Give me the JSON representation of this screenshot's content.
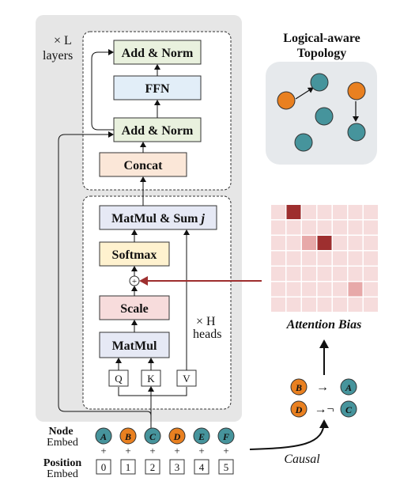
{
  "encoder": {
    "layers_label": "× L",
    "layers_label2": "layers",
    "heads_label": "× H",
    "heads_label2": "heads",
    "blocks": {
      "add_norm_top": "Add & Norm",
      "ffn": "FFN",
      "add_norm_mid": "Add & Norm",
      "concat": "Concat",
      "matmul_sum_prefix": "MatMul & Sum ",
      "matmul_sum_var": "j",
      "softmax": "Softmax",
      "plus": "+",
      "scale": "Scale",
      "matmul": "MatMul",
      "q": "Q",
      "k": "K",
      "v": "V"
    },
    "colors": {
      "panel_bg": "#e6e6e6",
      "add_norm": "#e9f1de",
      "ffn": "#e2eef8",
      "concat": "#fbe7d8",
      "matmul_sum": "#e6e9f5",
      "softmax": "#fff2cf",
      "scale": "#f7dcdc",
      "matmul": "#e6e9f5"
    }
  },
  "topology": {
    "title_line1": "Logical-aware",
    "title_line2": "Topology",
    "colors": {
      "orange": "#e98020",
      "teal": "#46949c",
      "bg": "#e6e9ec"
    }
  },
  "attention_bias": {
    "label": "Attention Bias",
    "grid_size": 7,
    "cells": [
      {
        "row": 0,
        "col": 1,
        "level": "dark"
      },
      {
        "row": 2,
        "col": 2,
        "level": "medium"
      },
      {
        "row": 2,
        "col": 3,
        "level": "dark"
      },
      {
        "row": 5,
        "col": 5,
        "level": "medium"
      }
    ],
    "colors": {
      "base": "#f6dcdc",
      "medium": "#e7a9a9",
      "dark": "#9e2f2f",
      "arrow": "#9e2f2f"
    }
  },
  "causal": {
    "label": "Causal",
    "pairs": [
      {
        "left": "B",
        "right": "A",
        "arrow": "→"
      },
      {
        "left": "D",
        "right": "C",
        "arrow": "→¬"
      }
    ]
  },
  "inputs": {
    "node_label_1": "Node",
    "node_label_2": "Embed",
    "position_label_1": "Position",
    "position_label_2": "Embed",
    "nodes": [
      {
        "letter": "A",
        "color": "teal"
      },
      {
        "letter": "B",
        "color": "orange"
      },
      {
        "letter": "C",
        "color": "teal"
      },
      {
        "letter": "D",
        "color": "orange"
      },
      {
        "letter": "E",
        "color": "teal"
      },
      {
        "letter": "F",
        "color": "teal"
      }
    ],
    "plus": "+",
    "positions": [
      "0",
      "1",
      "2",
      "3",
      "4",
      "5"
    ]
  }
}
